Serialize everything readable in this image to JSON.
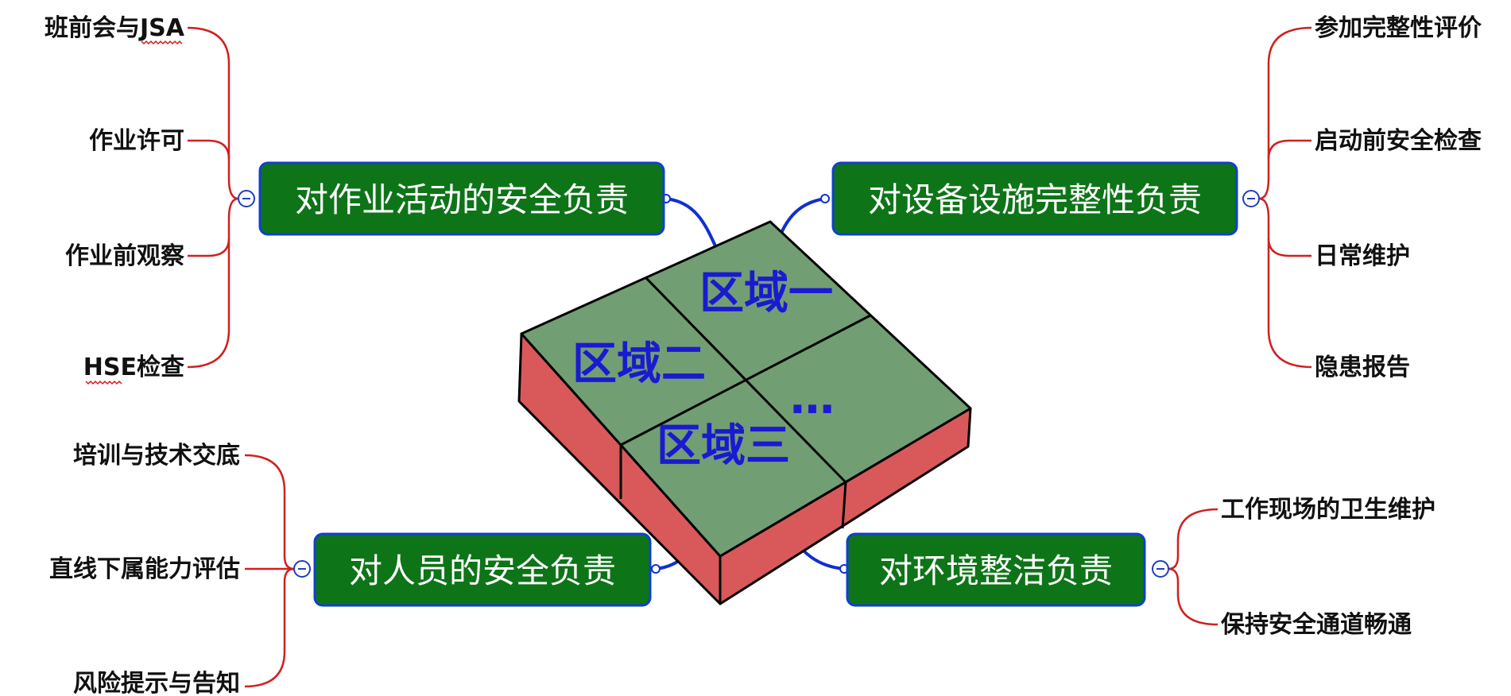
{
  "branches": {
    "top_left": {
      "label": "对作业活动的安全负责",
      "items": [
        "班前会与JSA",
        "作业许可",
        "作业前观察",
        "HSE检查"
      ]
    },
    "top_right": {
      "label": "对设备设施完整性负责",
      "items": [
        "参加完整性评价",
        "启动前安全检查",
        "日常维护",
        "隐患报告"
      ]
    },
    "bottom_left": {
      "label": "对人员的安全负责",
      "items": [
        "培训与技术交底",
        "直线下属能力评估",
        "风险提示与告知"
      ]
    },
    "bottom_right": {
      "label": "对环境整洁负责",
      "items": [
        "工作现场的卫生维护",
        "保持安全通道畅通"
      ]
    }
  },
  "zones": [
    "区域一",
    "区域二",
    "区域三",
    "…"
  ],
  "colors": {
    "node_fill": "#0e7418",
    "node_border": "#1040d0",
    "leaf_connector": "#d02020",
    "main_connector": "#1030d0",
    "tile_top": "#729e74",
    "tile_side": "#d9595a",
    "zone_text": "#1a1ad0"
  }
}
